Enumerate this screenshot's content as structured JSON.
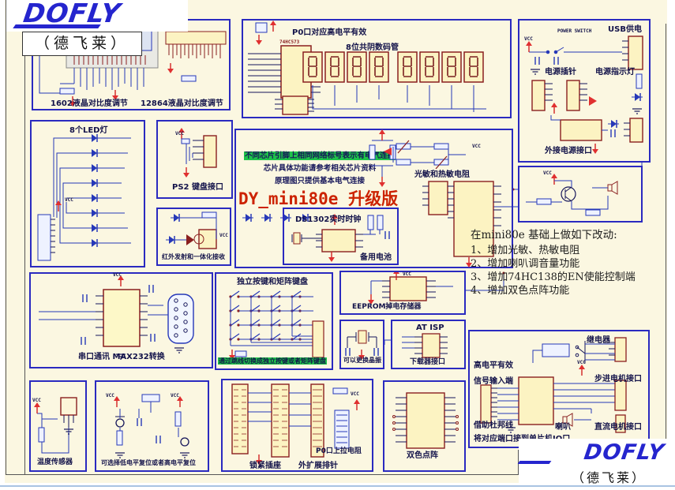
{
  "logo": {
    "brand": "DOFLY",
    "subtitle": "（德飞莱）"
  },
  "title": "DY_mini80e 升级版",
  "notes": {
    "line1": "不同芯片引脚上相同网络标号表示有电气连接",
    "line2": "芯片具体功能请参考相关芯片资料",
    "line3": "原理图只提供基本电气连接"
  },
  "mods": {
    "heading": "在mini80e 基础上做如下改动:",
    "items": [
      "1、增加光敏、热敏电阻",
      "2、增加喇叭调音量功能",
      "3、增加74HC138的EN使能控制端",
      "4、增加双色点阵功能"
    ]
  },
  "labels": {
    "lcd1602": "1602液晶对比度调节",
    "lcd12864": "12864液晶对比度调节",
    "p0_active": "P0口对应高电平有效",
    "seg8": "8位共阴数码管",
    "usb_power": "USB供电",
    "power_pins": "电源插针",
    "power_led": "电源指示灯",
    "ext_power": "外接电源接口",
    "led8": "8个LED灯",
    "ps2": "PS2 键盘接口",
    "ir": "红外发射和一体化接收",
    "sensor": "光敏和热敏电阻",
    "ds1302": "DS1302实时时钟",
    "battery": "备用电池",
    "keypad": "独立按键和矩阵键盘",
    "keypad_note": "通过跳线切换成独立按键或者矩阵键盘",
    "eeprom": "EEPROM掉电存储器",
    "crystal": "可以更换晶振",
    "at_isp": "AT ISP",
    "download": "下载器接口",
    "serial": "串口通讯 MAX232转换",
    "temp": "温度传感器",
    "reset": "可选择低电平复位或者高电平复位",
    "lock_socket": "锁紧插座",
    "expand_pins": "外扩展排针",
    "pullup": "P0口上拉电阻",
    "dot_matrix": "双色点阵",
    "relay": "继电器",
    "high_level": "高电平有效",
    "signal_in": "信号输入端",
    "stepper": "步进电机接口",
    "speaker": "喇叭",
    "dc_motor": "直流电机接口",
    "dupont": "借助杜邦线",
    "io_note": "将对应端口接到单片机IO口"
  },
  "misc": {
    "vcc": "VCC",
    "power_switch": "POWER SWITCH",
    "u573": "74HC573"
  },
  "colors": {
    "accent_blue": "#2a2ac0",
    "component_maroon": "#8a1f1f",
    "chip_fill": "#fcf3c2",
    "title_red": "#cc2200",
    "highlight_green": "#1ec24a",
    "logo_blue": "#2525ce",
    "sheet_cream": "#fbf7e1"
  }
}
